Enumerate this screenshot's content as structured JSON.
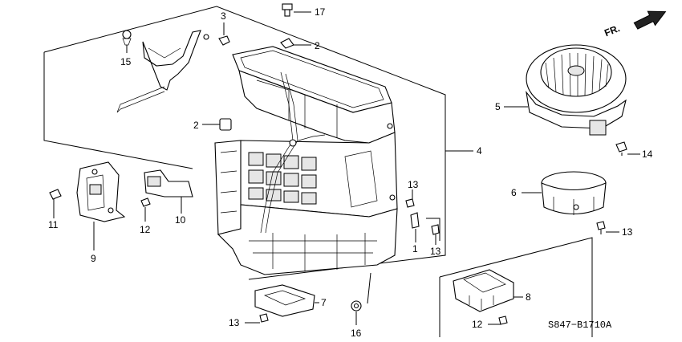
{
  "diagram": {
    "code": "S847−B1710A",
    "direction_label": "FR.",
    "callouts": {
      "c1": "1",
      "c2a": "2",
      "c2b": "2",
      "c3": "3",
      "c4": "4",
      "c5": "5",
      "c6": "6",
      "c7": "7",
      "c8": "8",
      "c9": "9",
      "c10": "10",
      "c11": "11",
      "c12a": "12",
      "c12b": "12",
      "c13a": "13",
      "c13b": "13",
      "c13c": "13",
      "c13d": "13",
      "c14": "14",
      "c15": "15",
      "c16": "16",
      "c17": "17"
    }
  }
}
